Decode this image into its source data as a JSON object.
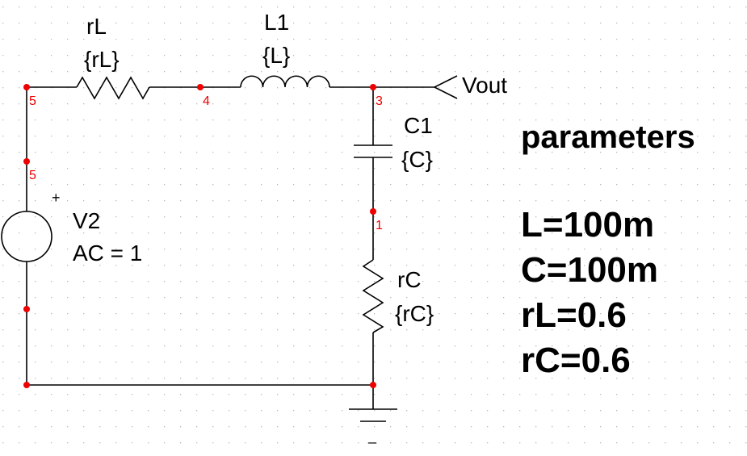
{
  "components": {
    "rL": {
      "name": "rL",
      "value": "{rL}"
    },
    "L1": {
      "name": "L1",
      "value": "{L}"
    },
    "C1": {
      "name": "C1",
      "value": "{C}"
    },
    "rC": {
      "name": "rC",
      "value": "{rC}"
    },
    "V2": {
      "name": "V2",
      "value": "AC = 1",
      "plus_sign": "+"
    }
  },
  "nodes": {
    "top_left": "5",
    "left_mid": "5",
    "after_rL": "4",
    "out": "3",
    "mid_right": "1"
  },
  "output_label": "Vout",
  "ground_minus": "_",
  "parameters": {
    "title": "parameters",
    "lines": [
      "L=100m",
      "C=100m",
      "rL=0.6",
      "rC=0.6"
    ]
  },
  "colors": {
    "wire": "#000000",
    "node": "#ee0000",
    "grid_dot": "#b8b8b8"
  }
}
